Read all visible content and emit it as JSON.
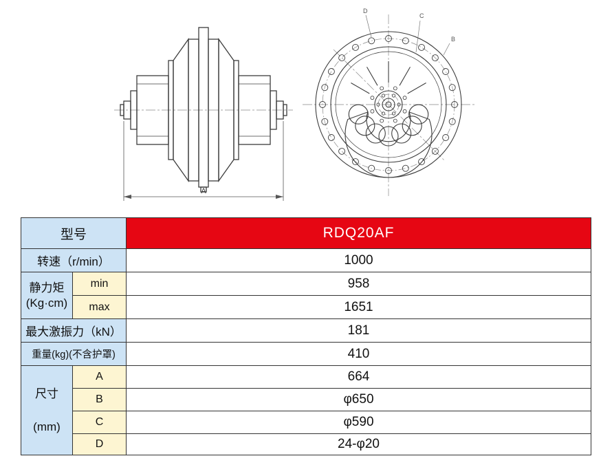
{
  "drawing": {
    "side_dim_label": "A",
    "label_d": "D",
    "label_c": "C",
    "label_b": "B"
  },
  "table": {
    "model_label": "型号",
    "model_value": "RDQ20AF",
    "speed_label": "转速（r/min）",
    "speed_value": "1000",
    "static_label_1": "静力矩",
    "static_label_2": "(Kg·cm)",
    "min_label": "min",
    "min_value": "958",
    "max_label": "max",
    "max_value": "1651",
    "force_label": "最大激振力（kN）",
    "force_value": "181",
    "weight_label": "重量(kg)(不含护罩)",
    "weight_value": "410",
    "size_label_1": "尺寸",
    "size_label_2": "(mm)",
    "dims": [
      {
        "key": "A",
        "value": "664"
      },
      {
        "key": "B",
        "value": "φ650"
      },
      {
        "key": "C",
        "value": "φ590"
      },
      {
        "key": "D",
        "value": "24-φ20"
      }
    ]
  },
  "colors": {
    "header_blue": "#cde3f5",
    "sub_yellow": "#fdf5d2",
    "model_red": "#e60613",
    "grid": "#333333"
  }
}
